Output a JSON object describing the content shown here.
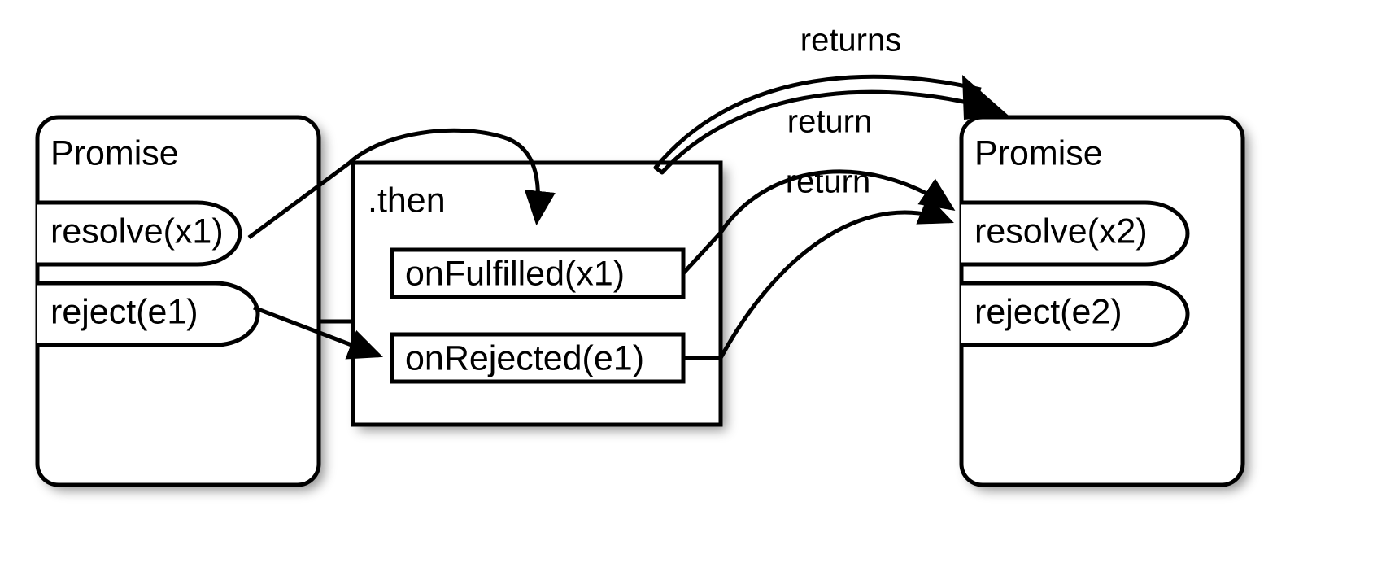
{
  "diagram": {
    "title": "Promise chaining with .then",
    "background": "#ffffff",
    "stroke_color": "#000000",
    "fill_color": "#ffffff",
    "nodes": {
      "promise_left": {
        "type": "rounded-rect-class-box",
        "title": "Promise",
        "slots": [
          {
            "id": "resolve_x1",
            "label": "resolve(x1)",
            "shape": "stadium"
          },
          {
            "id": "reject_e1",
            "label": "reject(e1)",
            "shape": "stadium"
          }
        ]
      },
      "then_box": {
        "type": "rect-box",
        "title": ".then",
        "callbacks": [
          {
            "id": "on_fulfilled",
            "label": "onFulfilled(x1)",
            "shape": "rect"
          },
          {
            "id": "on_rejected",
            "label": "onRejected(e1)",
            "shape": "rect"
          }
        ]
      },
      "promise_right": {
        "type": "rounded-rect-class-box",
        "title": "Promise",
        "slots": [
          {
            "id": "resolve_x2",
            "label": "resolve(x2)",
            "shape": "stadium"
          },
          {
            "id": "reject_e2",
            "label": "reject(e2)",
            "shape": "stadium"
          }
        ]
      }
    },
    "edges": [
      {
        "id": "e-resolve-to-onfulfilled",
        "label": "",
        "from": "resolve(x1)",
        "to": "onFulfilled(x1)",
        "style": "single",
        "arrow": true
      },
      {
        "id": "e-reject-to-onrejected",
        "label": "",
        "from": "reject(e1)",
        "to": "onRejected(e1)",
        "style": "single",
        "arrow": true
      },
      {
        "id": "e-then-returns-promise",
        "label": "returns",
        "from": ".then",
        "to": "Promise",
        "style": "double",
        "arrow": true
      },
      {
        "id": "e-onfulfilled-return",
        "label": "return",
        "from": "onFulfilled(x1)",
        "to": "resolve(x2)",
        "style": "single",
        "arrow": true
      },
      {
        "id": "e-onrejected-return",
        "label": "return",
        "from": "onRejected(e1)",
        "to": "resolve(x2)",
        "style": "single",
        "arrow": true
      },
      {
        "id": "e-promise-to-then",
        "label": "",
        "from": "Promise",
        "to": ".then",
        "style": "plain",
        "arrow": false
      }
    ]
  }
}
